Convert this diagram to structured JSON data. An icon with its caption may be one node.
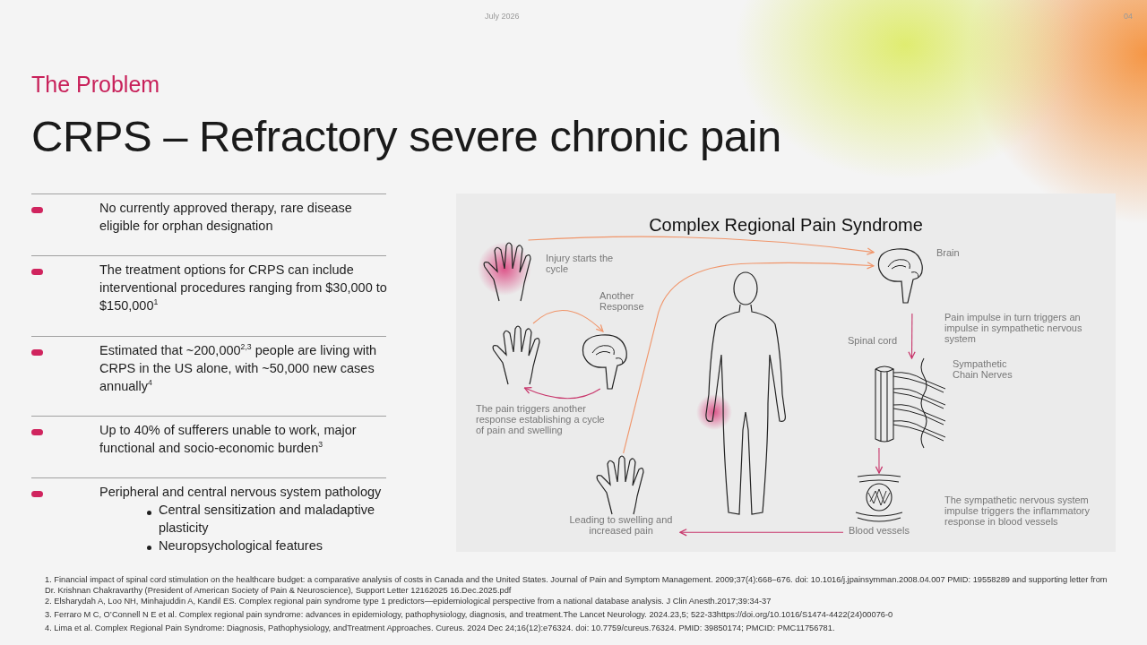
{
  "diagram": {
    "title": "CRPS – Refractory severe chronic pain",
    "nodes": [
      {
        "text": [
          "Complex Regional Pain Syndrome"
        ]
      },
      {
        "text": [
          "Injury starts the cycle"
        ],
        "in": 0
      },
      {
        "text": [],
        "shape": "picture",
        "in": 0
      },
      {
        "text": [],
        "shape": "picture",
        "in": 0
      },
      {
        "text": [
          "Leading to swelling and increased pain"
        ],
        "in": 0
      },
      {
        "text": [
          "Brain"
        ],
        "in": 0
      },
      {
        "text": [
          "Sympathetic Chain Nerves"
        ],
        "in": 0
      },
      {
        "text": [
          "Blood vessels"
        ],
        "in": 0
      }
    ],
    "edges": [
      {
        "from": 1,
        "to": 5,
        "arrow": "to",
        "color": "#f0956a"
      },
      {
        "from": 2,
        "to": 3,
        "arrow": "to",
        "label": "Another Response",
        "color": "#f0956a"
      },
      {
        "from": 3,
        "to": 2,
        "arrow": "to",
        "label": "The pain triggers another response establishing a cycle of pain and swelling"
      },
      {
        "from": 4,
        "to": 5,
        "arrow": "to",
        "color": "#f0956a"
      },
      {
        "from": 5,
        "to": 6,
        "arrow": "to",
        "label": "Spinal cord"
      },
      {
        "from": 6,
        "to": 7,
        "arrow": "to"
      },
      {
        "from": 7,
        "to": 4,
        "arrow": "to"
      }
    ],
    "labels": [
      "July 2026",
      "04",
      "The Problem",
      "No currently approved therapy, rare disease eligible for orphan designation",
      "The treatment options for CRPS can include interventional procedures ranging from $30,000 to $150,000$^{1}$",
      "Estimated that ~200,000$^{2,3}$ people are living with CRPS in the US alone, with ~50,000 new cases annually$^{4}$",
      "Up to 40% of sufferers unable to work, major functional and socio-economic burden$^{3}$",
      "Peripheral and central nervous system pathology",
      "Central sensitization and maladaptive plasticity",
      "Neuropsychological features",
      "Pain impulse in turn triggers an impulse in sympathetic nervous system",
      "The sympathetic nervous system impulse triggers the inflammatory response in blood vessels",
      "1. Financial impact of spinal cord stimulation on the healthcare budget: a comparative analysis of costs in Canada and the United States. Journal of Pain and Symptom Management. 2009;37(4):668–676. doi: 10.1016/j.jpainsymman.2008.04.007 PMID: 19558289 and supporting letter from Dr. Krishnan Chakravarthy (President of American Society of Pain & Neuroscience), Support Letter 12162025 16.Dec.2025.pdf",
      "2. Elsharydah A, Loo NH, Minhajuddin A, Kandil ES. Complex regional pain syndrome type 1 predictors—epidemiological perspective from a national database analysis. J Clin Anesth.2017;39:34-37",
      "3. Ferraro M C, O’Connell N E et al. Complex regional pain syndrome: advances in epidemiology, pathophysiology, diagnosis, and treatment.The Lancet Neurology. 2024.23,5; 522-33https://doi.org/10.1016/S1474-4422(24)00076-0",
      "4. Lima et al. Complex Regional Pain Syndrome: Diagnosis, Pathophysiology, andTreatment Approaches. Cureus. 2024 Dec 24;16(12):e76324. doi: 10.7759/cureus.76324. PMID: 39850174; PMCID: PMC11756781."
    ]
  }
}
